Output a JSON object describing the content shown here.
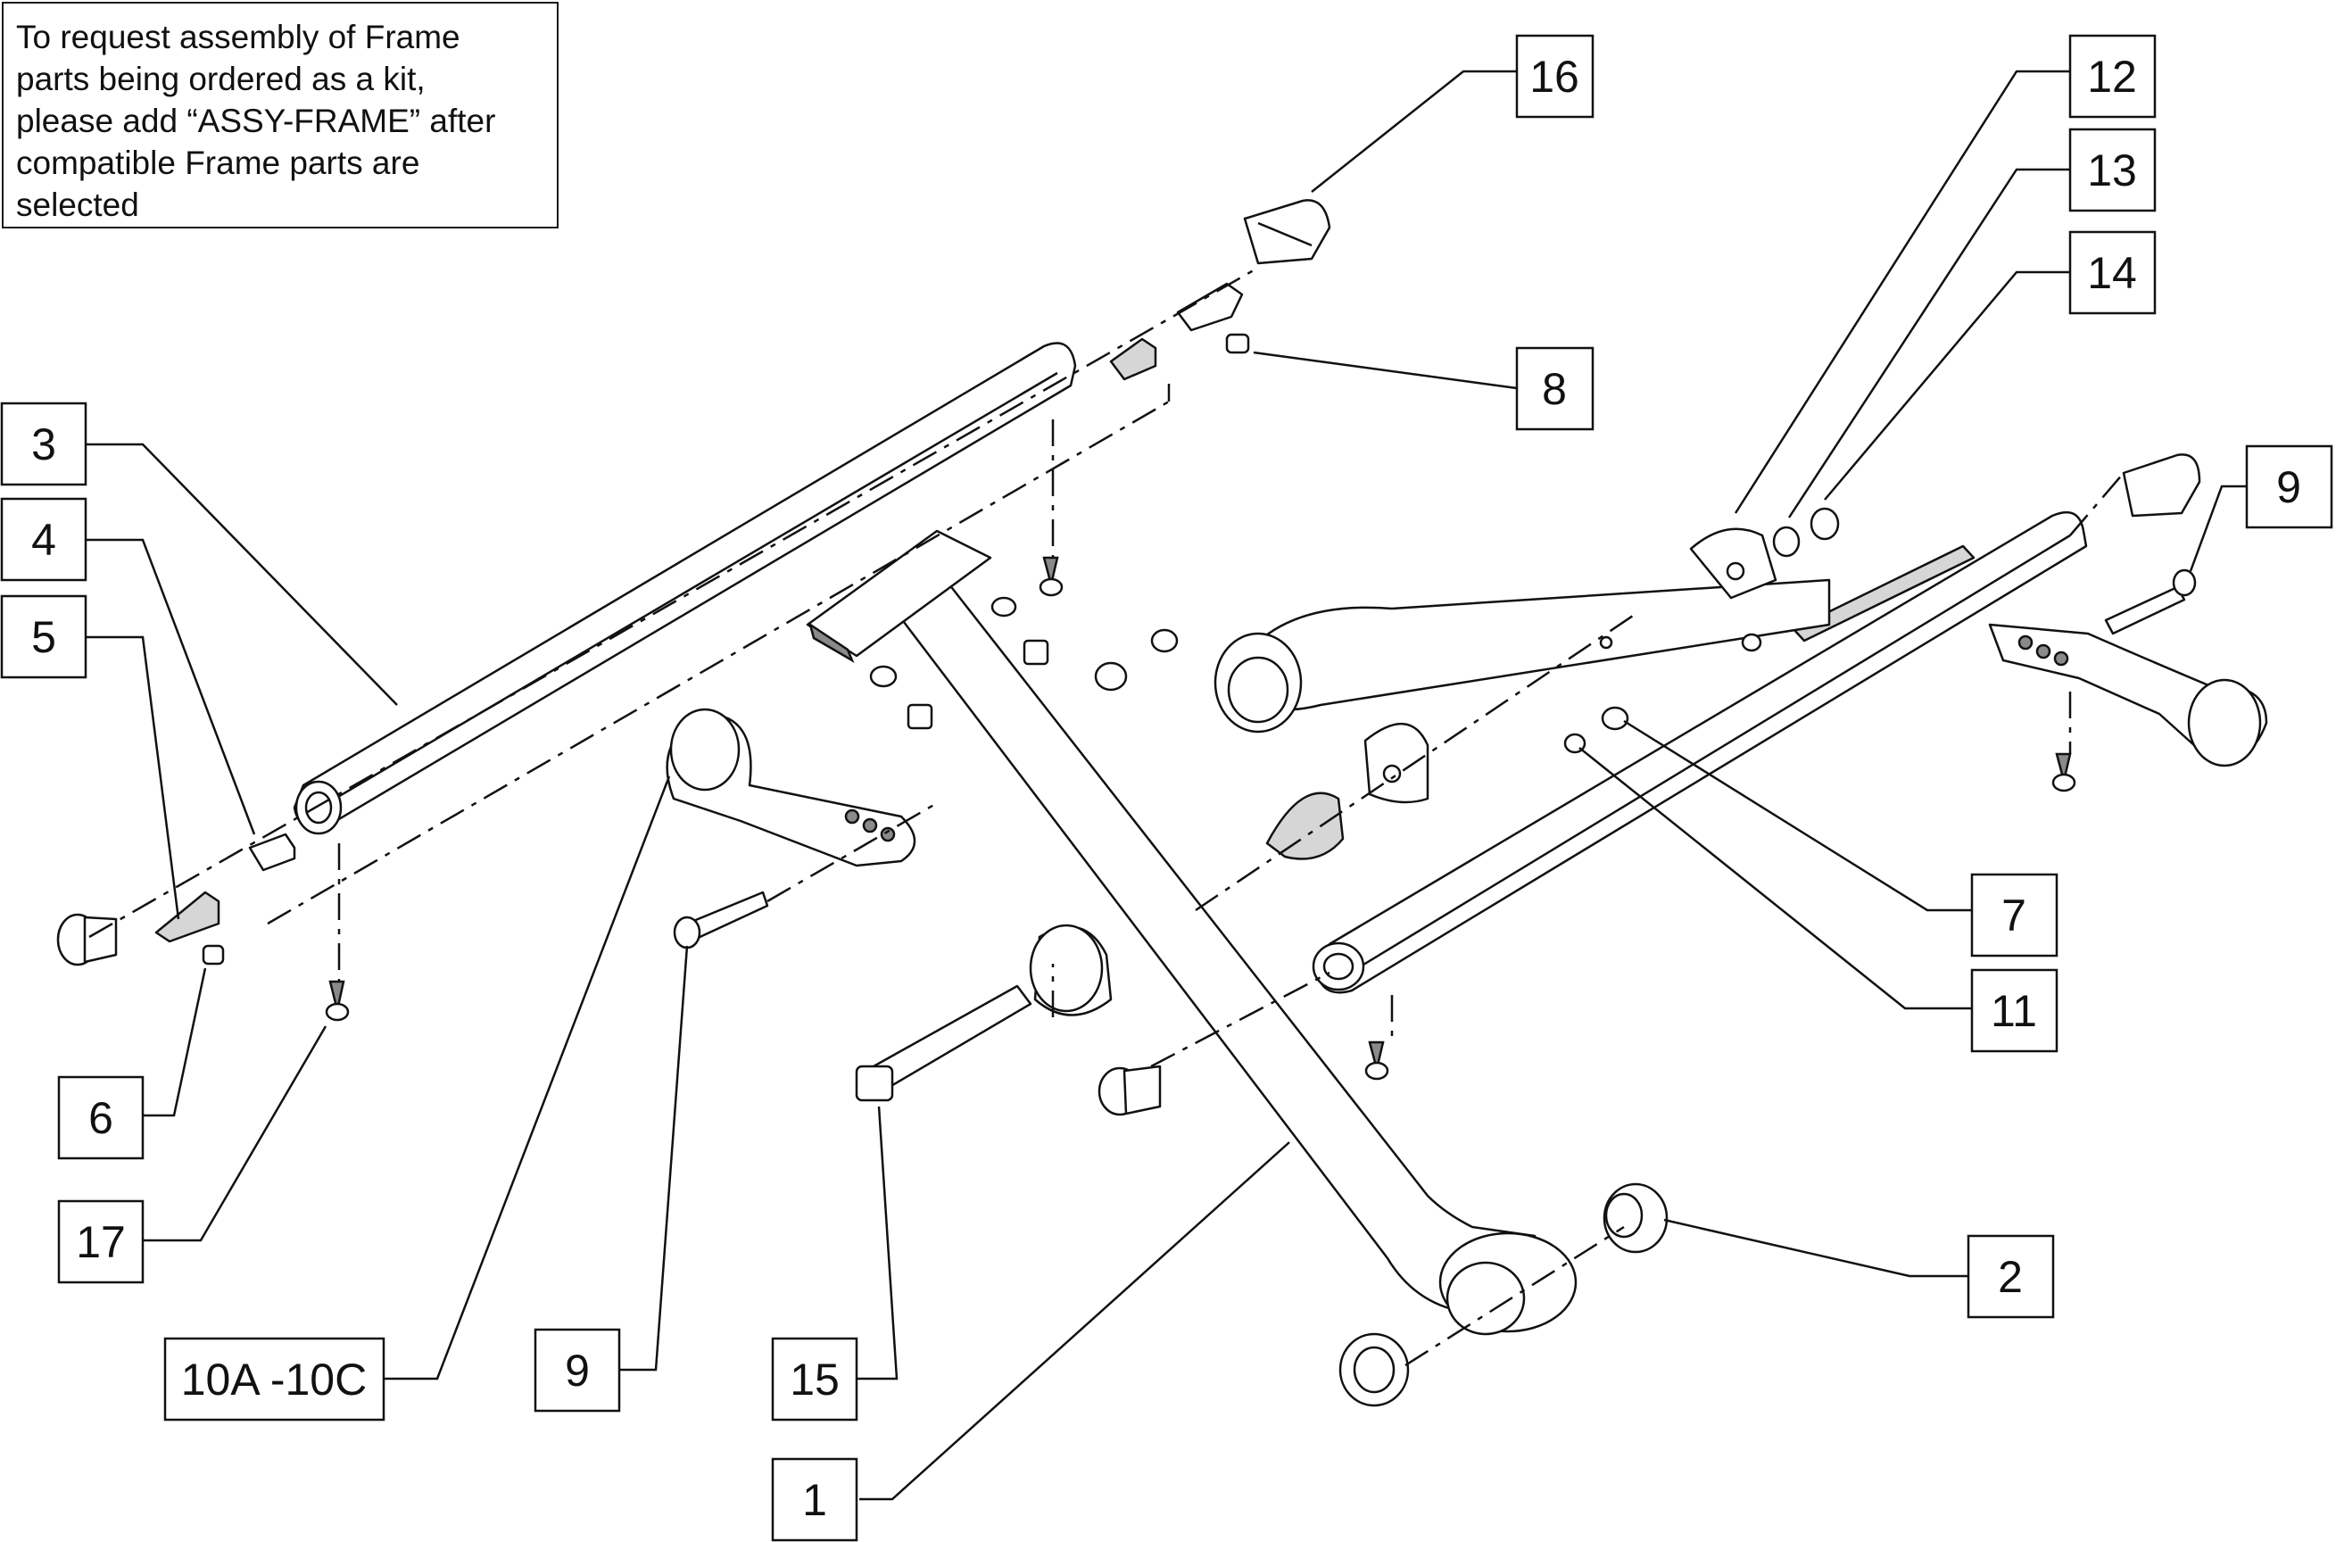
{
  "note": {
    "lines": [
      "To request assembly of Frame",
      "parts being ordered as a kit,",
      "please add “ASSY-FRAME” after",
      "compatible Frame parts are",
      "selected"
    ]
  },
  "callouts": {
    "c1": "1",
    "c2": "2",
    "c3": "3",
    "c4": "4",
    "c5": "5",
    "c6": "6",
    "c7": "7",
    "c8": "8",
    "c9_right": "9",
    "c9_left": "9",
    "c10": "10A -10C",
    "c11": "11",
    "c12": "12",
    "c13": "13",
    "c14": "14",
    "c15": "15",
    "c16": "16",
    "c17": "17"
  }
}
